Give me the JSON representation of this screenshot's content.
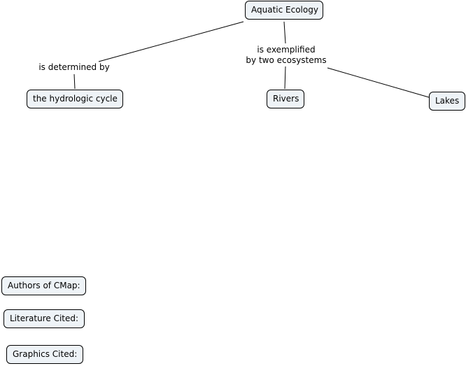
{
  "concepts": {
    "aquatic_ecology": "Aquatic Ecology",
    "hydrologic_cycle": "the hydrologic cycle",
    "rivers": "Rivers",
    "lakes": "Lakes"
  },
  "linking_phrases": {
    "determined_by": "is determined by",
    "exemplified_line1": "is exemplified",
    "exemplified_line2": "by two ecosystems"
  },
  "footer": {
    "authors": "Authors of CMap:",
    "literature": "Literature Cited:",
    "graphics": "Graphics Cited:"
  },
  "colors": {
    "node_fill": "#eef3f7",
    "border": "#000000",
    "background": "#ffffff"
  }
}
